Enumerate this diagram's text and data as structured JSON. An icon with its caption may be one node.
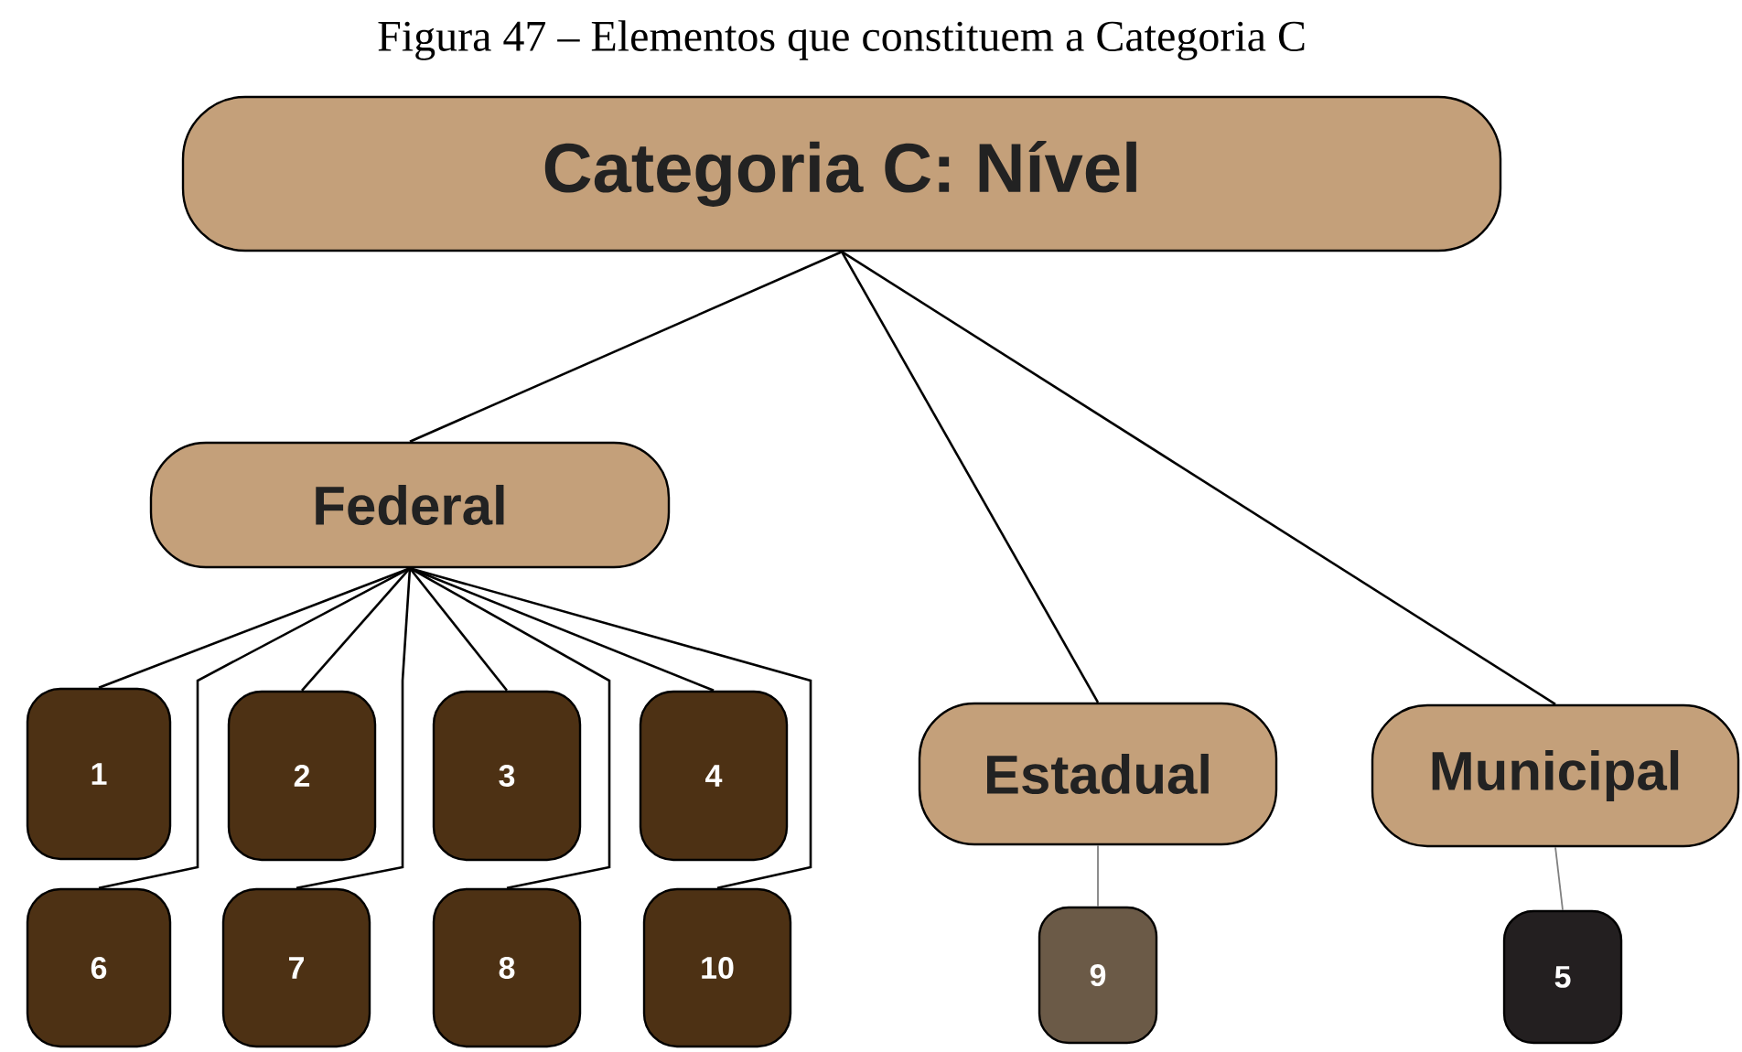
{
  "diagram": {
    "title": "Figura 47 – Elementos que constituem a Categoria C",
    "nodes": [
      {
        "text": [
          "Categoria C: Nível"
        ]
      },
      {
        "text": [
          "Federal"
        ]
      },
      {
        "text": [
          "1"
        ]
      },
      {
        "text": [
          "2"
        ]
      },
      {
        "text": [
          "3"
        ]
      },
      {
        "text": [
          "4"
        ]
      },
      {
        "text": [
          "6"
        ]
      },
      {
        "text": [
          "7"
        ]
      },
      {
        "text": [
          "8"
        ]
      },
      {
        "text": [
          "10"
        ]
      },
      {
        "text": [
          "Estadual"
        ]
      },
      {
        "text": [
          "Municipal"
        ]
      },
      {
        "text": [
          "9"
        ]
      },
      {
        "text": [
          "5"
        ]
      }
    ],
    "edges": [
      {
        "from": 0,
        "to": 1,
        "arrow": "none"
      },
      {
        "from": 0,
        "to": 10,
        "arrow": "none"
      },
      {
        "from": 0,
        "to": 11,
        "arrow": "none"
      },
      {
        "from": 1,
        "to": 2,
        "arrow": "none"
      },
      {
        "from": 1,
        "to": 3,
        "arrow": "none"
      },
      {
        "from": 1,
        "to": 4,
        "arrow": "none"
      },
      {
        "from": 1,
        "to": 5,
        "arrow": "none"
      },
      {
        "from": 1,
        "to": 6,
        "arrow": "none"
      },
      {
        "from": 1,
        "to": 7,
        "arrow": "none"
      },
      {
        "from": 1,
        "to": 8,
        "arrow": "none"
      },
      {
        "from": 1,
        "to": 9,
        "arrow": "none"
      },
      {
        "from": 10,
        "to": 12,
        "arrow": "none",
        "color": "#808080"
      },
      {
        "from": 11,
        "to": 13,
        "arrow": "none",
        "color": "#808080"
      }
    ]
  }
}
